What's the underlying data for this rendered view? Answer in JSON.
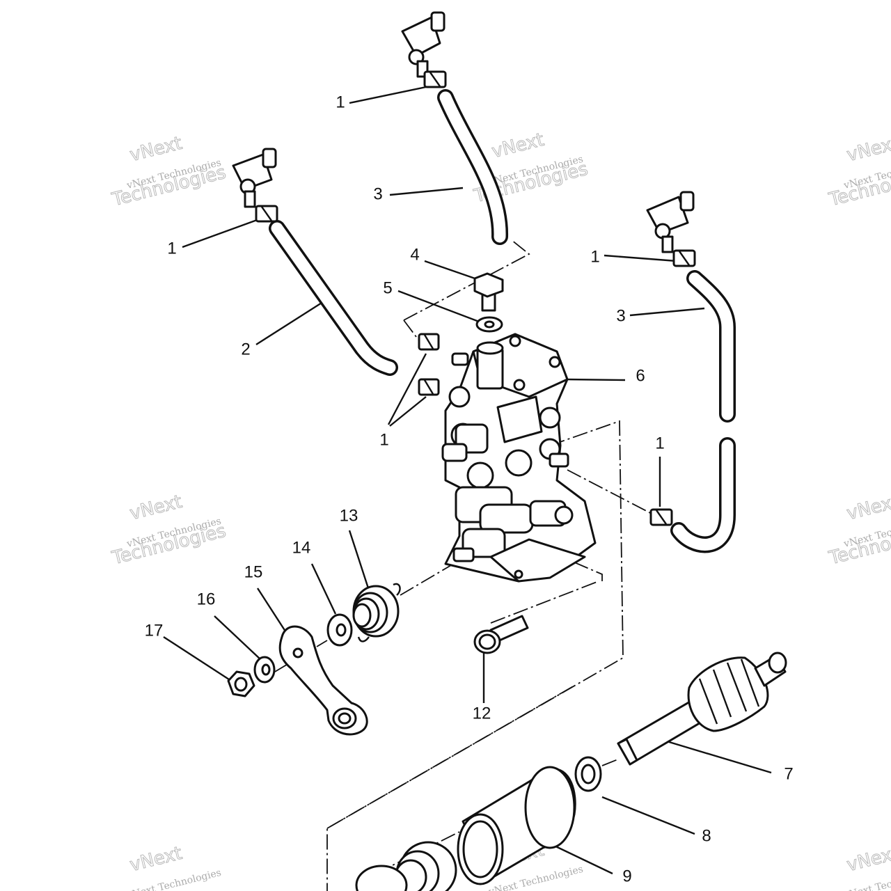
{
  "watermark": {
    "brand": "vNext",
    "company": "vNext Technologies",
    "word": "Technologies"
  },
  "callouts": {
    "c1a": "1",
    "c1b": "1",
    "c1c": "1",
    "c1d": "1",
    "c1e": "1",
    "c2": "2",
    "c3a": "3",
    "c3b": "3",
    "c4": "4",
    "c5": "5",
    "c6": "6",
    "c7": "7",
    "c8": "8",
    "c9": "9",
    "c12": "12",
    "c13": "13",
    "c14": "14",
    "c15": "15",
    "c16": "16",
    "c17": "17"
  },
  "parts": {
    "1": "hose clamp",
    "2": "oil line",
    "3": "oil line",
    "4": "bleed screw",
    "5": "sealing washer",
    "6": "oil pump",
    "7": "drive shaft gear",
    "8": "washer",
    "9": "collar",
    "12": "mounting bolt",
    "13": "return spring",
    "14": "washer",
    "15": "control lever",
    "16": "lock washer",
    "17": "nut"
  }
}
